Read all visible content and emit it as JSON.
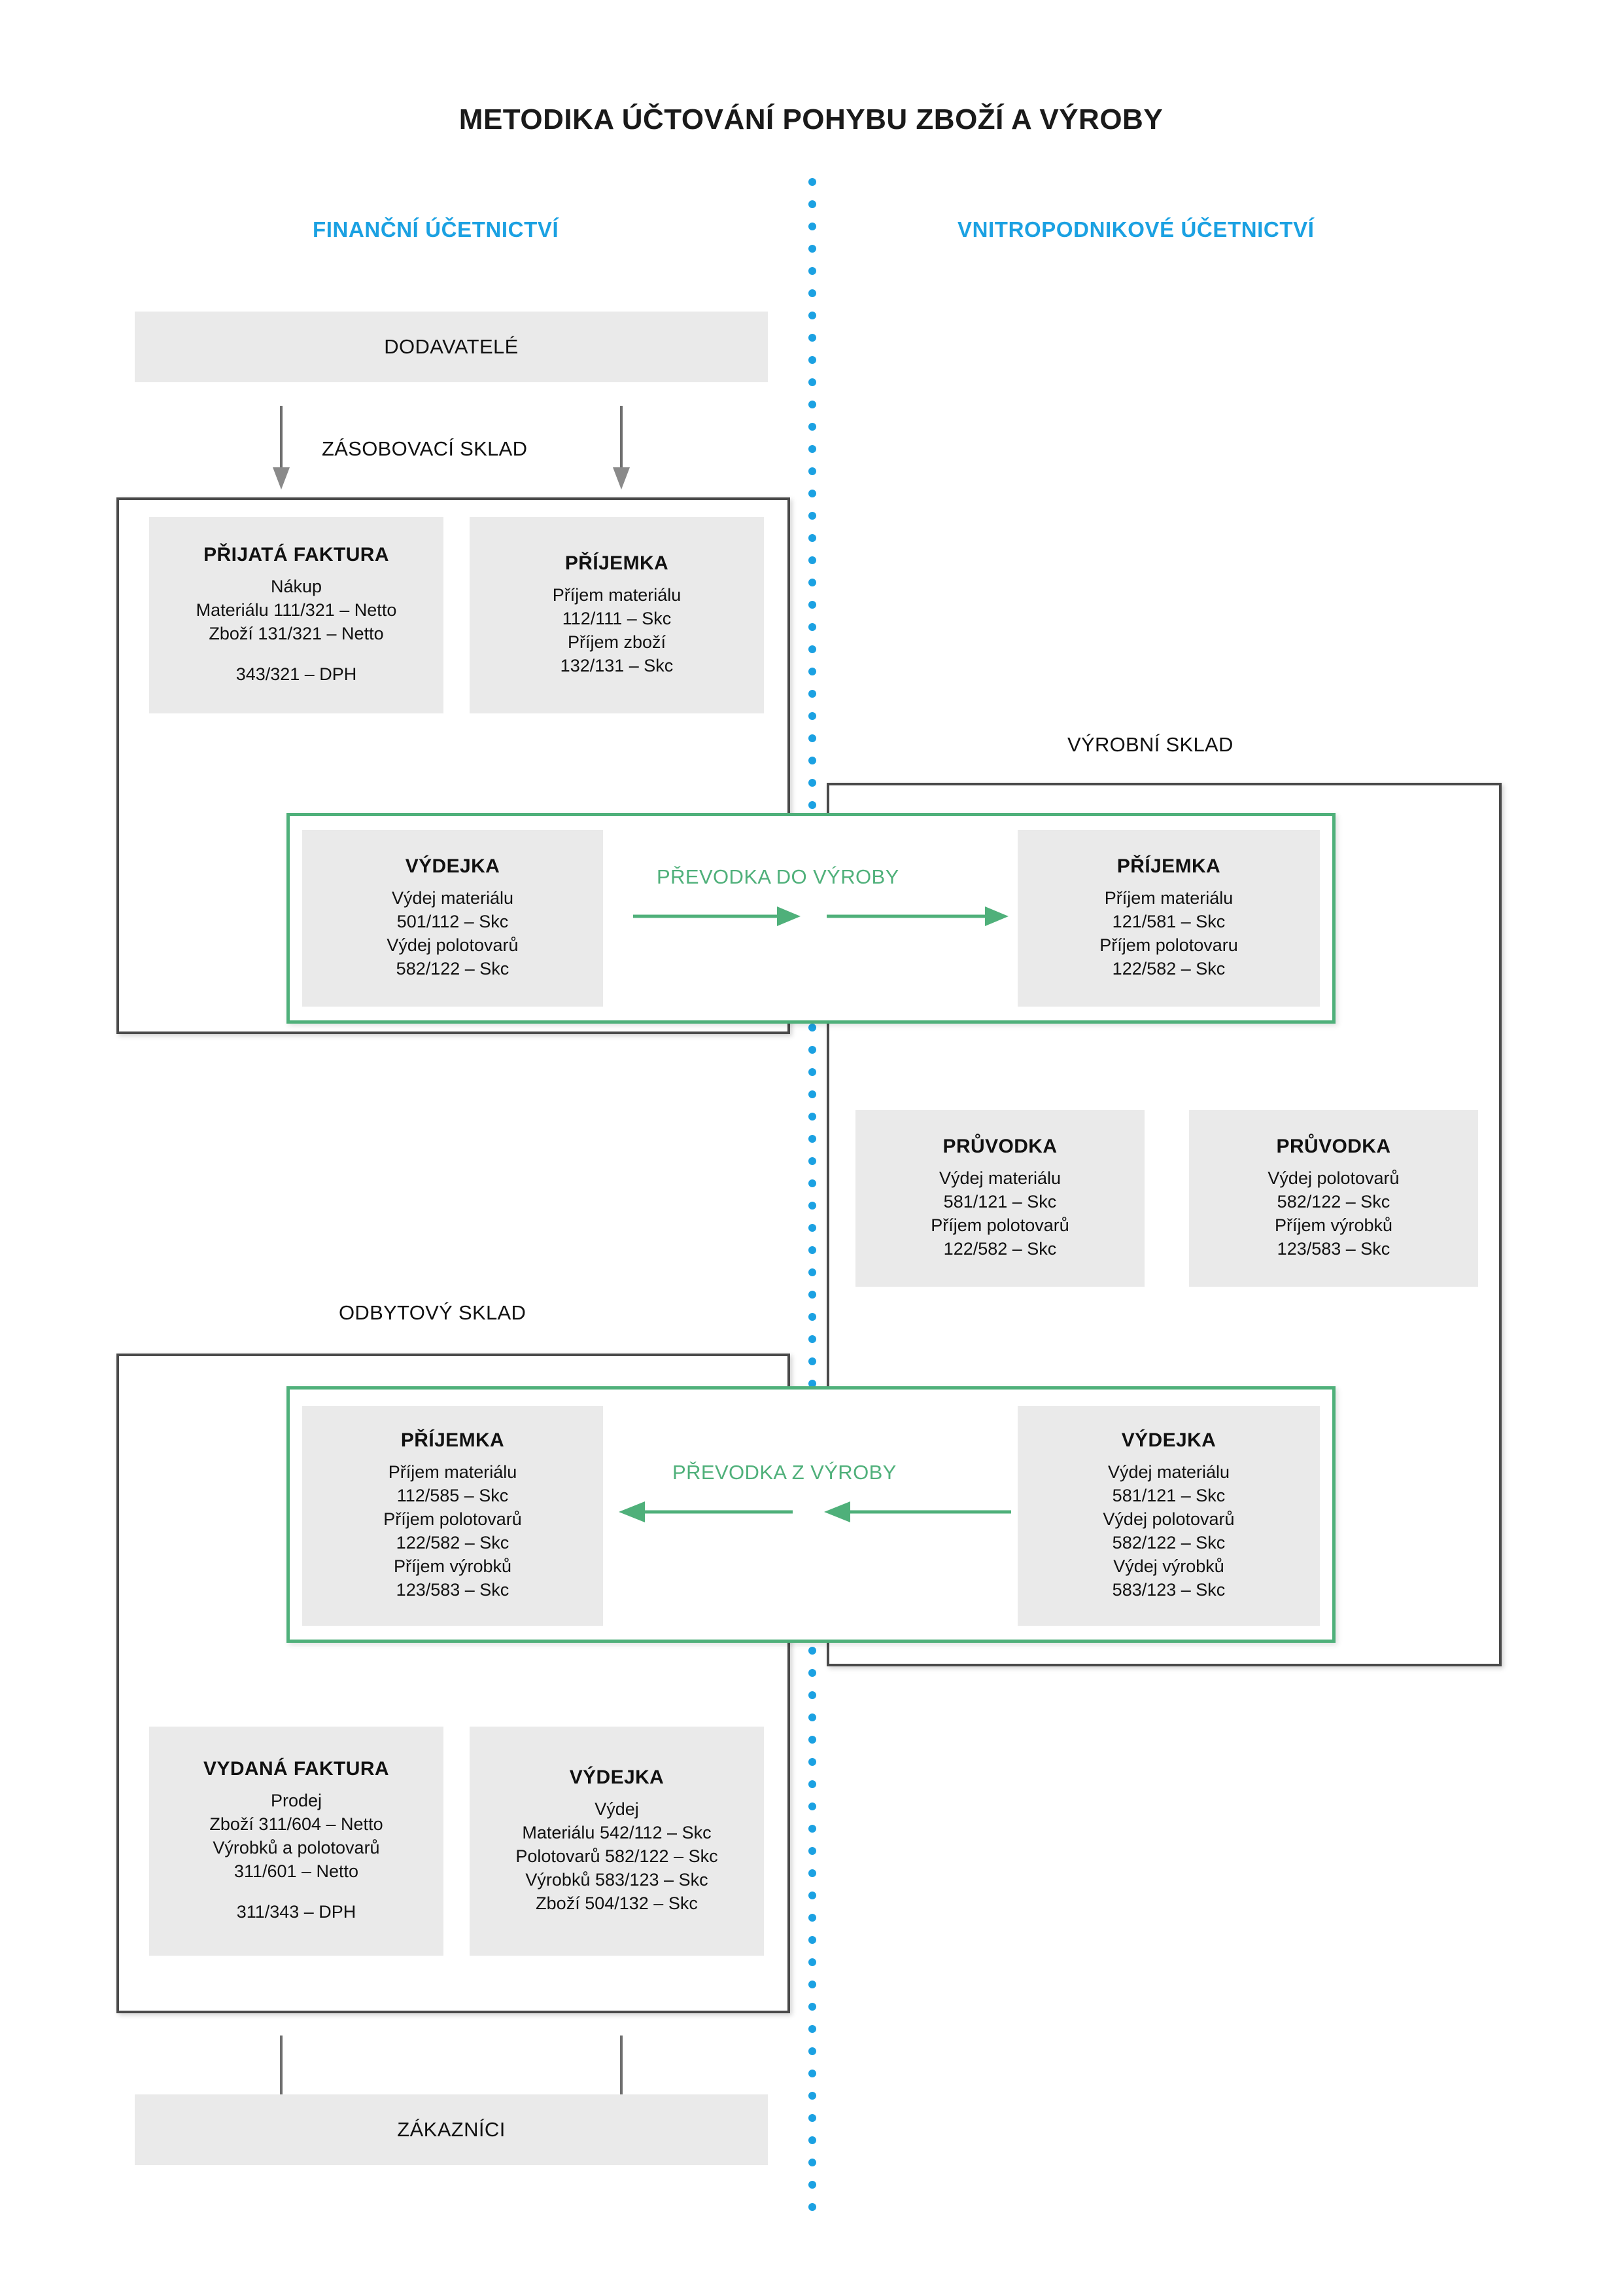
{
  "title": "METODIKA ÚČTOVÁNÍ POHYBU ZBOŽÍ A VÝROBY",
  "columns": {
    "left": "FINANČNÍ ÚČETNICTVÍ",
    "right": "VNITROPODNIKOVÉ ÚČETNICTVÍ"
  },
  "colors": {
    "accent_blue": "#1ba1e2",
    "accent_green": "#4fb07a",
    "card_grey": "#eaeaea",
    "outline_grey": "#4a4a4a"
  },
  "endpoints": {
    "suppliers": "DODAVATELÉ",
    "customers": "ZÁKAZNÍCI"
  },
  "warehouses": {
    "supply": "ZÁSOBOVACÍ SKLAD",
    "production": "VÝROBNÍ SKLAD",
    "sales": "ODBYTOVÝ SKLAD"
  },
  "transfers": {
    "to_production": "PŘEVODKA  DO VÝROBY",
    "from_production": "PŘEVODKA  Z VÝROBY"
  },
  "cards": {
    "prijata_faktura": {
      "title": "PŘIJATÁ FAKTURA",
      "lines": [
        "Nákup",
        "Materiálu 111/321 – Netto",
        "Zboží 131/321 – Netto"
      ],
      "lines2": [
        "343/321 – DPH"
      ]
    },
    "prijemka_zasob": {
      "title": "PŘÍJEMKA",
      "lines": [
        "Příjem materiálu",
        "112/111 – Skc",
        "Příjem zboží",
        "132/131 – Skc"
      ]
    },
    "vydejka_do_vyroby": {
      "title": "VÝDEJKA",
      "lines": [
        "Výdej materiálu",
        "501/112 – Skc",
        "Výdej polotovarů",
        "582/122 – Skc"
      ]
    },
    "prijemka_vyrobni": {
      "title": "PŘÍJEMKA",
      "lines": [
        "Příjem materiálu",
        "121/581 – Skc",
        "Příjem polotovaru",
        "122/582 – Skc"
      ]
    },
    "pruvodka_1": {
      "title": "PRŮVODKA",
      "lines": [
        "Výdej materiálu",
        "581/121 – Skc",
        "Příjem polotovarů",
        "122/582 – Skc"
      ]
    },
    "pruvodka_2": {
      "title": "PRŮVODKA",
      "lines": [
        "Výdej polotovarů",
        "582/122 – Skc",
        "Příjem výrobků",
        "123/583 – Skc"
      ]
    },
    "prijemka_odbyt": {
      "title": "PŘÍJEMKA",
      "lines": [
        "Příjem materiálu",
        "112/585 – Skc",
        "Příjem polotovarů",
        "122/582 – Skc",
        "Příjem výrobků",
        "123/583 – Skc"
      ]
    },
    "vydejka_z_vyroby": {
      "title": "VÝDEJKA",
      "lines": [
        "Výdej materiálu",
        "581/121 – Skc",
        "Výdej polotovarů",
        "582/122 – Skc",
        "Výdej výrobků",
        "583/123 – Skc"
      ]
    },
    "vydana_faktura": {
      "title": "VYDANÁ FAKTURA",
      "lines": [
        "Prodej",
        "Zboží 311/604 – Netto",
        "Výrobků a polotovarů",
        "311/601 – Netto"
      ],
      "lines2": [
        "311/343 – DPH"
      ]
    },
    "vydejka_prodej": {
      "title": "VÝDEJKA",
      "lines": [
        "Výdej",
        "Materiálu 542/112 – Skc",
        "Polotovarů 582/122 – Skc",
        "Výrobků 583/123 – Skc",
        "Zboží 504/132 – Skc"
      ]
    }
  }
}
